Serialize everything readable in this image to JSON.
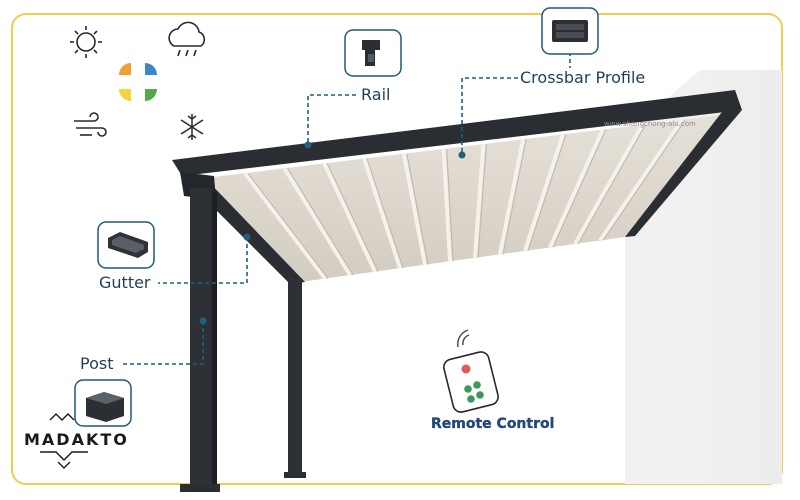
{
  "labels": {
    "rail": "Rail",
    "crossbar": "Crossbar Profile",
    "gutter": "Gutter",
    "post": "Post",
    "remote": "Remote Control"
  },
  "logo": {
    "text": "MADAKTO"
  },
  "watermark": "www.shangchong-alu.com",
  "icons": [
    "sun-icon",
    "cloud-rain-icon",
    "wind-icon",
    "snowflake-icon"
  ],
  "petals": [
    {
      "name": "orange",
      "color": "#f0a030"
    },
    {
      "name": "blue",
      "color": "#3f86c8"
    },
    {
      "name": "yellow",
      "color": "#f5d43a"
    },
    {
      "name": "green",
      "color": "#52a84d"
    }
  ],
  "colors": {
    "frame_border": "#f2cc4e",
    "line": "#1f5f82",
    "callout_border": "#1e5a7a",
    "structure": "#2a2d31",
    "fabric": "#dcd6cd",
    "remote_label": "#234a80"
  }
}
